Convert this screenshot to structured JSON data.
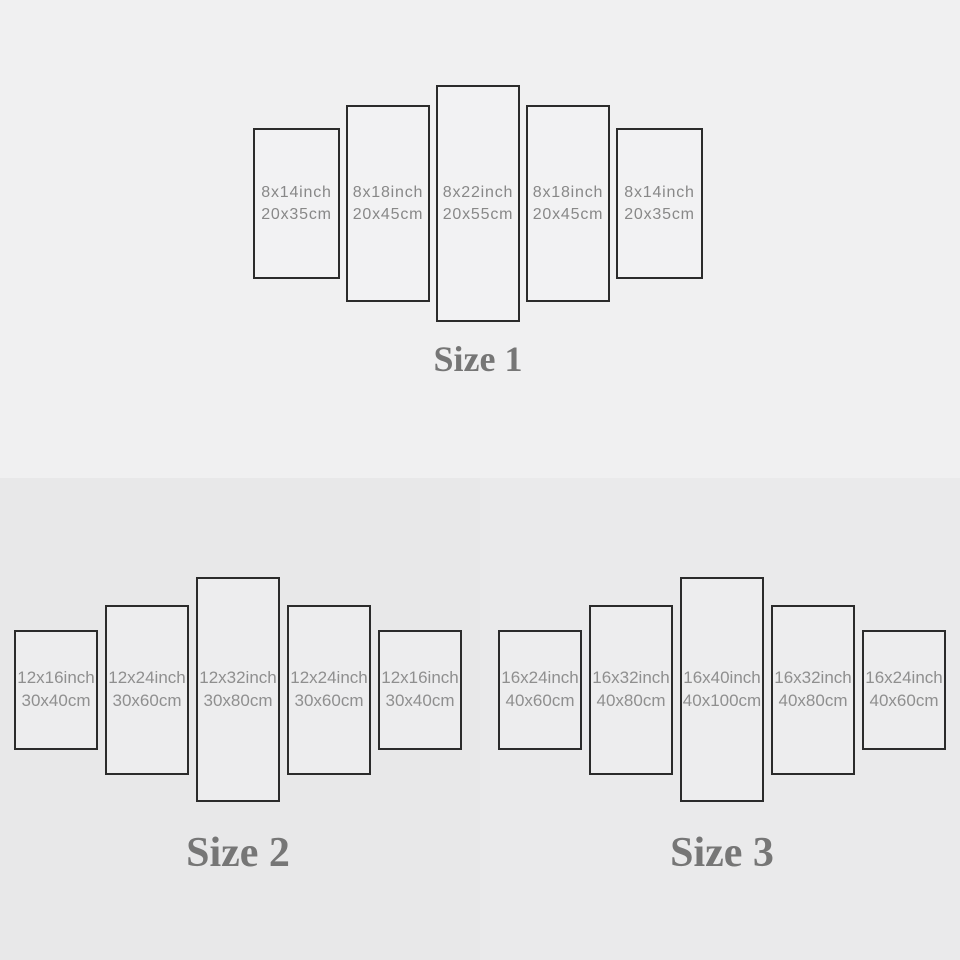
{
  "colors": {
    "background_top": "#f0f0f1",
    "background_bottom": "#e9e9ea",
    "panel_border": "#2b2b2b",
    "dimension_text": "#8a8a8a",
    "label_text": "#767676"
  },
  "groups": [
    {
      "label": "Size 1",
      "panels": [
        {
          "inch": "8x14inch",
          "cm": "20x35cm"
        },
        {
          "inch": "8x18inch",
          "cm": "20x45cm"
        },
        {
          "inch": "8x22inch",
          "cm": "20x55cm"
        },
        {
          "inch": "8x18inch",
          "cm": "20x45cm"
        },
        {
          "inch": "8x14inch",
          "cm": "20x35cm"
        }
      ]
    },
    {
      "label": "Size 2",
      "panels": [
        {
          "inch": "12x16inch",
          "cm": "30x40cm"
        },
        {
          "inch": "12x24inch",
          "cm": "30x60cm"
        },
        {
          "inch": "12x32inch",
          "cm": "30x80cm"
        },
        {
          "inch": "12x24inch",
          "cm": "30x60cm"
        },
        {
          "inch": "12x16inch",
          "cm": "30x40cm"
        }
      ]
    },
    {
      "label": "Size 3",
      "panels": [
        {
          "inch": "16x24inch",
          "cm": "40x60cm"
        },
        {
          "inch": "16x32inch",
          "cm": "40x80cm"
        },
        {
          "inch": "16x40inch",
          "cm": "40x100cm"
        },
        {
          "inch": "16x32inch",
          "cm": "40x80cm"
        },
        {
          "inch": "16x24inch",
          "cm": "40x60cm"
        }
      ]
    }
  ]
}
